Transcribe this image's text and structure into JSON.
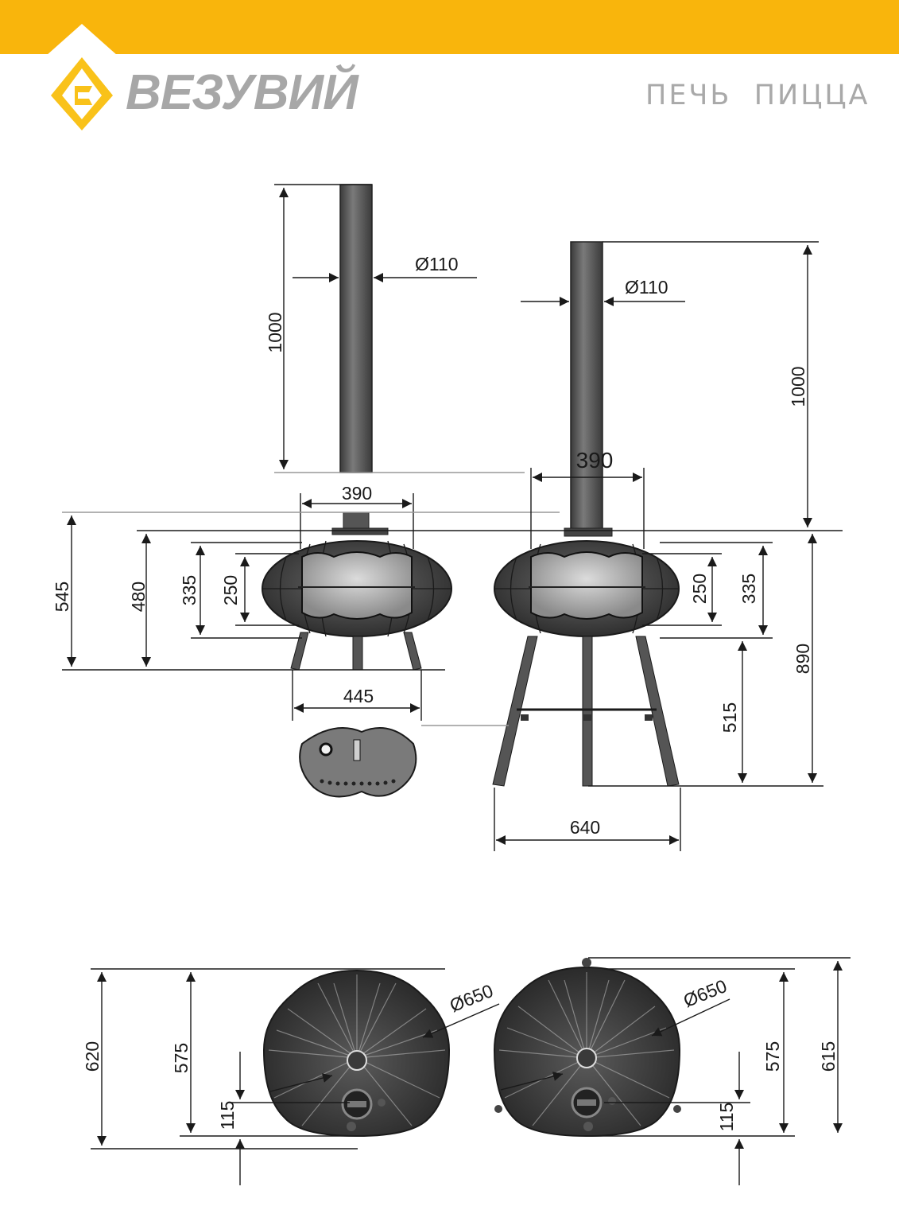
{
  "header": {
    "brand": "ВЕЗУВИЙ",
    "product": "ПЕЧЬ  ПИЦЦА",
    "accent_color": "#f9b50c",
    "logo_icon": "vezuviy-diamond-logo"
  },
  "dimensions": {
    "front_pipe_height": "1000",
    "front_pipe_diameter": "Ø110",
    "front_body_width": "390",
    "front_total_height": "545",
    "front_body_height": "480",
    "front_door_height": "335",
    "front_firebox_height": "250",
    "front_base_width": "445",
    "tripod_pipe_diameter": "Ø110",
    "tripod_pipe_height": "1000",
    "tripod_body_width": "390",
    "tripod_firebox_height": "250",
    "tripod_door_height": "335",
    "tripod_total_height": "890",
    "tripod_leg_height": "515",
    "tripod_leg_spread": "640",
    "rear_left_height": "620",
    "rear_left_body_height": "575",
    "rear_left_diameter": "Ø650",
    "rear_left_offset": "115",
    "rear_right_diameter": "Ø650",
    "rear_right_body_height": "575",
    "rear_right_height": "615",
    "rear_right_offset": "115"
  }
}
